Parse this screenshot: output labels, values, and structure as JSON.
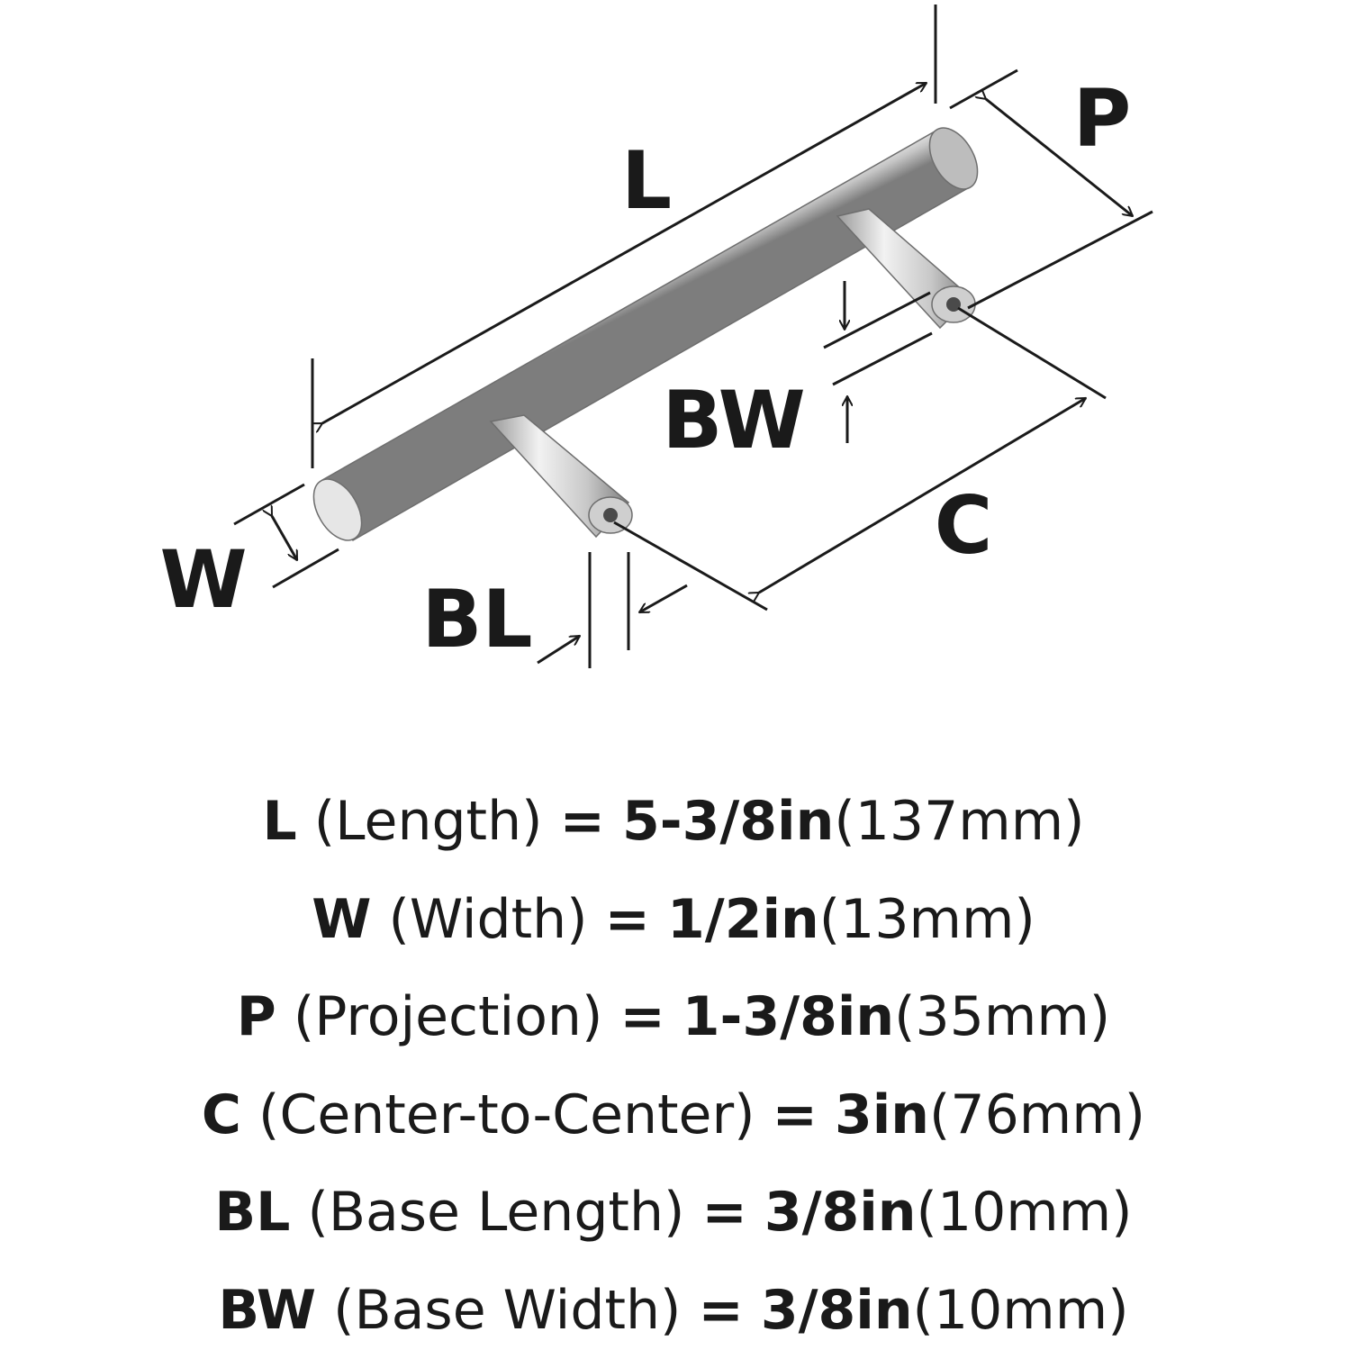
{
  "diagram": {
    "labels": {
      "L": "L",
      "P": "P",
      "BW": "BW",
      "C": "C",
      "W": "W",
      "BL": "BL"
    },
    "colors": {
      "ink": "#1a1a1a",
      "metal_light": "#f4f4f4",
      "metal_mid": "#c9c9c9",
      "metal_dark": "#8c8c8c"
    }
  },
  "specs": [
    {
      "letter": "L",
      "name": "(Length)",
      "equals": "=",
      "imperial": "5-3/8in",
      "metric": "(137mm)"
    },
    {
      "letter": "W",
      "name": "(Width)",
      "equals": "=",
      "imperial": "1/2in",
      "metric": "(13mm)"
    },
    {
      "letter": "P",
      "name": "(Projection)",
      "equals": "=",
      "imperial": "1-3/8in",
      "metric": "(35mm)"
    },
    {
      "letter": "C",
      "name": "(Center-to-Center)",
      "equals": "=",
      "imperial": "3in",
      "metric": "(76mm)"
    },
    {
      "letter": "BL",
      "name": "(Base Length)",
      "equals": "=",
      "imperial": "3/8in",
      "metric": "(10mm)"
    },
    {
      "letter": "BW",
      "name": "(Base Width)",
      "equals": "=",
      "imperial": "3/8in",
      "metric": "(10mm)"
    }
  ]
}
